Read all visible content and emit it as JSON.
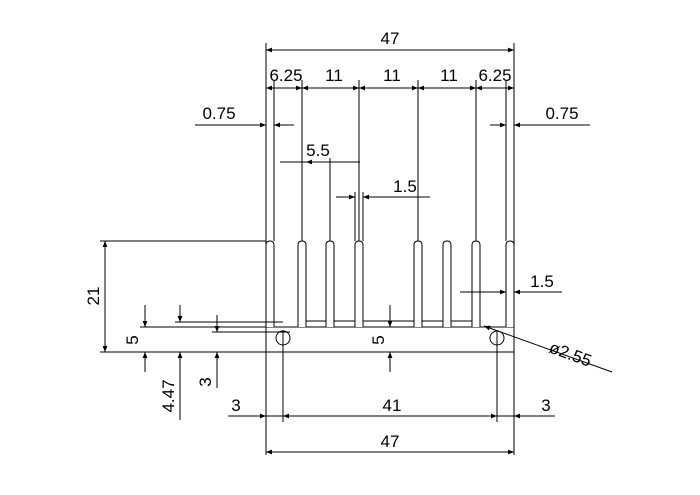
{
  "drawing": {
    "stroke_color": "#000000",
    "background_color": "#ffffff",
    "dimensions": {
      "overall_width_top": "47",
      "side_gap_left": "6.25",
      "pitch_1": "11",
      "pitch_2": "11",
      "pitch_3": "11",
      "side_gap_right": "6.25",
      "wall_left": "0.75",
      "wall_right": "0.75",
      "fin_gap": "5.5",
      "fin_thickness_top": "1.5",
      "fin_thickness_right": "1.5",
      "height": "21",
      "base_left": "5",
      "screw_offset": "4.47",
      "groove_height": "3",
      "base_center": "5",
      "hole_diameter": "ø2.55",
      "edge_left": "3",
      "hole_pitch": "41",
      "edge_right": "3",
      "overall_width_bottom": "47"
    }
  }
}
